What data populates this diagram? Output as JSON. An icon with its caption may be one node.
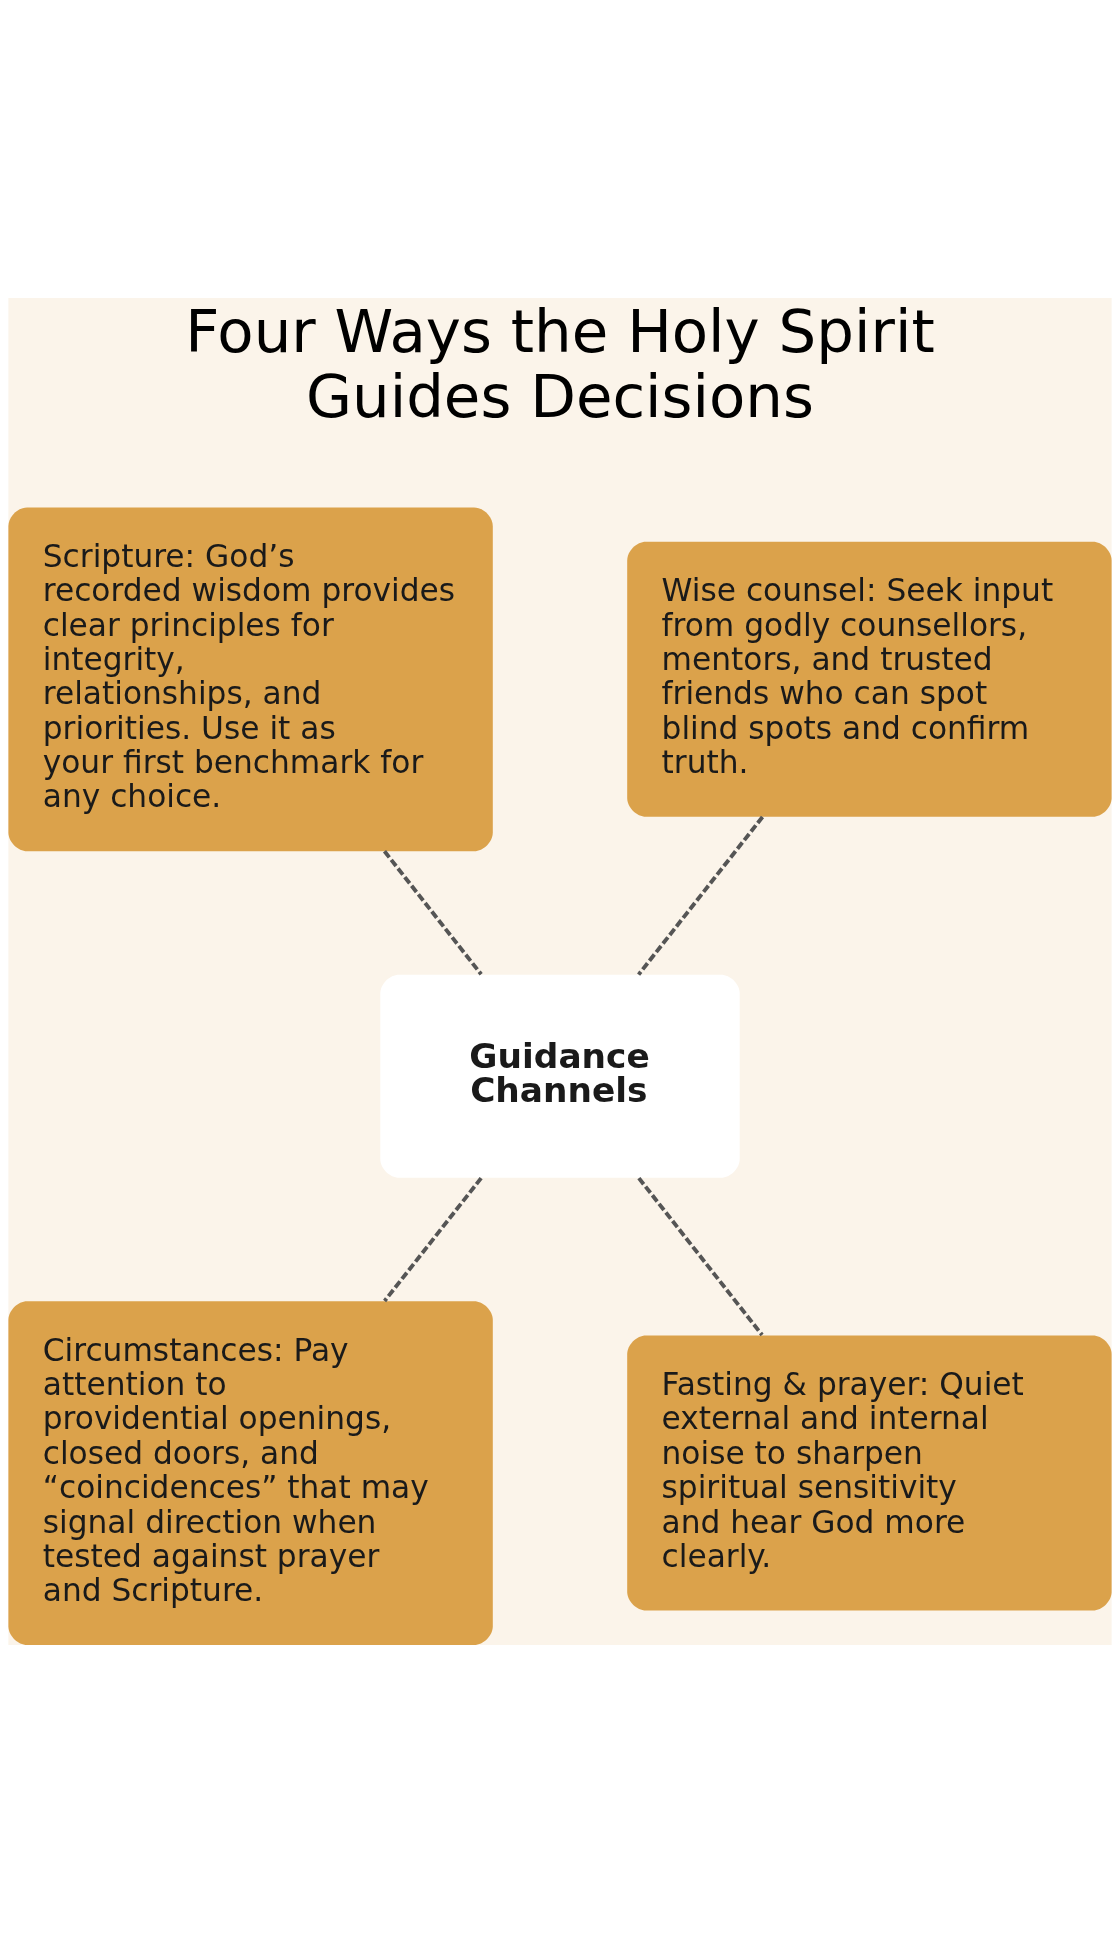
{
  "diagram": {
    "title": "Four Ways the Holy Spirit Guides Decisions",
    "nodes": [
      {
        "text": [
          "Scripture: God’s recorded wisdom provides clear principles for integrity, relationships, and priorities. Use it as your first benchmark for any choice."
        ]
      },
      {
        "text": [
          "Wise counsel: Seek input from godly counsellors, mentors, and trusted friends who can spot blind spots and confirm truth."
        ]
      },
      {
        "text": [
          "Guidance Channels"
        ]
      },
      {
        "text": [
          "Circumstances: Pay attention to providential openings, closed doors, and “coincidences” that may signal direction when tested against prayer and Scripture."
        ]
      },
      {
        "text": [
          "Fasting & prayer: Quiet external and internal noise to sharpen spiritual sensitivity and hear God more clearly."
        ]
      }
    ],
    "edges": [
      {
        "from": 0,
        "to": 2,
        "arrow": "none",
        "style": "dashed"
      },
      {
        "from": 1,
        "to": 2,
        "arrow": "none",
        "style": "dashed"
      },
      {
        "from": 2,
        "to": 3,
        "arrow": "none",
        "style": "dashed"
      },
      {
        "from": 2,
        "to": 4,
        "arrow": "none",
        "style": "dashed"
      }
    ]
  }
}
